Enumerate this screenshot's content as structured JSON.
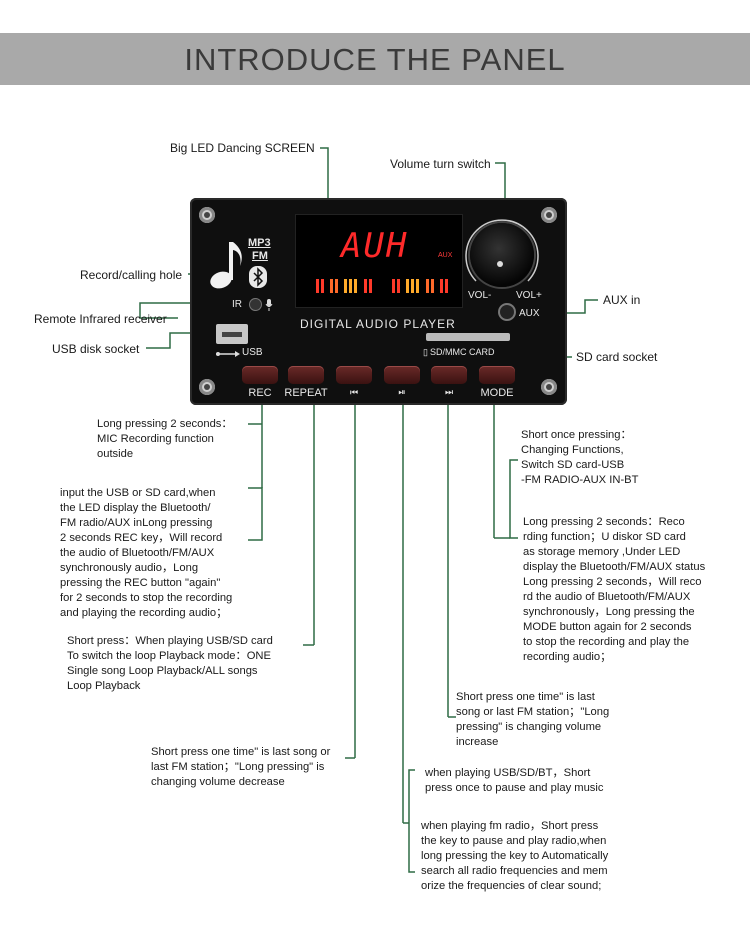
{
  "banner": {
    "title": "INTRODUCE THE PANEL"
  },
  "panel": {
    "screen_text": "AUH",
    "screen_small": "AUX",
    "brand_mp3": "MP3",
    "brand_fm": "FM",
    "ir_label": "IR",
    "usb_label": "USB",
    "title": "DIGITAL AUDIO PLAYER",
    "vol_minus": "VOL-",
    "vol_plus": "VOL+",
    "aux_label": "AUX",
    "sd_label": "SD/MMC  CARD",
    "buttons": [
      {
        "label": "REC"
      },
      {
        "label": "REPEAT"
      },
      {
        "label": "⏮"
      },
      {
        "label": "⏯"
      },
      {
        "label": "⏭"
      },
      {
        "label": "MODE"
      }
    ]
  },
  "callouts": {
    "led_screen": "Big LED Dancing SCREEN",
    "volume": "Volume turn switch",
    "record_hole": "Record/calling hole",
    "ir_receiver": "Remote Infrared receiver",
    "usb_socket": "USB disk socket",
    "aux_in": "AUX in",
    "sd_socket": "SD card socket"
  },
  "descriptions": {
    "rec_mic": [
      "Long pressing 2 seconds：",
      "MIC Recording function",
      " outside"
    ],
    "rec_usb": [
      "input the USB or SD card,when",
      "the LED display the Bluetooth/",
      "FM radio/AUX inLong pressing",
      "2 seconds REC key，Will record",
      "the audio of Bluetooth/FM/AUX",
      " synchronously audio，Long",
      "pressing the REC button \"again\"",
      "for 2 seconds to stop the recording",
      "and playing the recording audio；"
    ],
    "repeat": [
      "Short press：When playing USB/SD card",
      " To switch the loop Playback mode：ONE",
      "  Single song Loop Playback/ALL songs",
      " Loop Playback"
    ],
    "prev": [
      "Short press one time\" is last song or",
      "last FM station；\"Long pressing\" is",
      "changing volume decrease"
    ],
    "play_usb": [
      "when playing USB/SD/BT，Short",
      "press once to pause and play music"
    ],
    "play_fm": [
      "when playing fm radio，Short press",
      "the key to pause and play radio,when",
      " long pressing the key to Automatically",
      " search all radio frequencies and mem",
      "orize the frequencies of clear sound;"
    ],
    "next": [
      "Short press one time\" is last",
      "song or last FM station；\"Long",
      "  pressing\" is changing volume",
      "increase"
    ],
    "mode_short": [
      "Short once pressing：",
      "Changing Functions,",
      "Switch SD card-USB",
      "-FM RADIO-AUX IN-BT"
    ],
    "mode_long": [
      "Long pressing 2 seconds：Reco",
      "rding function；U diskor SD card",
      "as storage memory ,Under LED",
      "display the Bluetooth/FM/AUX status",
      "Long pressing 2 seconds，Will reco",
      "rd the audio of Bluetooth/FM/AUX",
      "synchronously，Long pressing the",
      "MODE button again for 2 seconds",
      "to stop the recording and play the",
      "recording audio；"
    ]
  },
  "colors": {
    "banner": "#a9a9a9",
    "led_red": "#ff2a2a",
    "button": "#5a2220",
    "leader": "#2f6b45"
  }
}
